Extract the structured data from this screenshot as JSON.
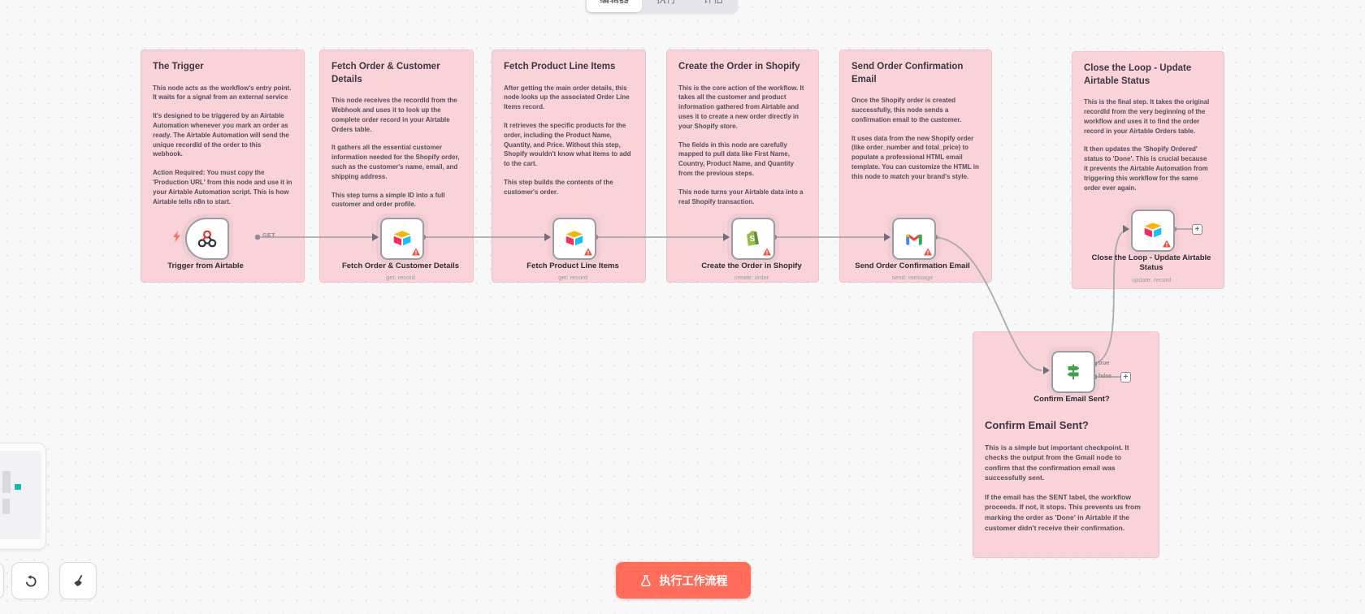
{
  "colors": {
    "accent": "#ff6d5a",
    "sticky_bg": "#f9d3d8",
    "connection": "#a8a8b0",
    "warning": "#ef5241"
  },
  "tabs": [
    {
      "label": "编辑器",
      "active": true
    },
    {
      "label": "执行",
      "active": false
    },
    {
      "label": "评估",
      "active": false
    }
  ],
  "execute_button": {
    "label": "执行工作流程"
  },
  "notes": [
    {
      "title": "The Trigger",
      "body": [
        "This node acts as the workflow's entry point. It waits for a signal from an external service",
        "It's designed to be triggered by an Airtable Automation whenever you mark an order as ready. The Airtable Automation will send the unique recordId of the order to this webhook.",
        "Action Required: You must copy the 'Production URL' from this node and use it in your Airtable Automation script. This is how Airtable tells n8n to start."
      ]
    },
    {
      "title": "Fetch Order & Customer Details",
      "body": [
        "This node receives the recordId from the Webhook and uses it to look up the complete order record in your Airtable Orders table.",
        "It gathers all the essential customer information needed for the Shopify order, such as the customer's name, email, and shipping address.",
        "This step turns a simple ID into a full customer and order profile."
      ]
    },
    {
      "title": "Fetch Product Line Items",
      "body": [
        "After getting the main order details, this node looks up the associated Order Line Items record.",
        "It retrieves the specific products for the order, including the Product Name, Quantity, and Price. Without this step, Shopify wouldn't know what items to add to the cart.",
        "This step builds the contents of the customer's order."
      ]
    },
    {
      "title": "Create the Order in Shopify",
      "body": [
        "This is the core action of the workflow. It takes all the customer and product information gathered from Airtable and uses it to create a new order directly in your Shopify store.",
        "The fields in this node are carefully mapped to pull data like First Name, Country, Product Name, and Quantity from the previous steps.",
        "This node turns your Airtable data into a real Shopify transaction."
      ]
    },
    {
      "title": "Send Order Confirmation Email",
      "body": [
        "Once the Shopify order is created successfully, this node sends a confirmation email to the customer.",
        "It uses data from the new Shopify order (like order_number and total_price) to populate a professional HTML email template. You can customize the HTML in this node to match your brand's style."
      ]
    },
    {
      "title": "Close the Loop - Update Airtable Status",
      "body": [
        "This is the final step. It takes the original recordId from the very beginning of the workflow and uses it to find the order record in your Airtable Orders table.",
        "It then updates the 'Shopify Ordered' status to 'Done'. This is crucial because it prevents the Airtable Automation from triggering this workflow for the same order ever again."
      ]
    },
    {
      "title": "Confirm Email Sent?",
      "body": [
        "This is a simple but important checkpoint. It checks the output from the Gmail node to confirm that the confirmation email was successfully sent.",
        "If the email has the SENT label, the workflow proceeds. If not, it stops. This prevents us from marking the order as 'Done' in Airtable if the customer didn't receive their confirmation."
      ]
    }
  ],
  "nodes": [
    {
      "label": "Trigger from Airtable",
      "method": "GET"
    },
    {
      "label": "Fetch Order & Customer Details",
      "sub": "get: record"
    },
    {
      "label": "Fetch Product Line Items",
      "sub": "get: record"
    },
    {
      "label": "Create the Order in Shopify",
      "sub": "create: order"
    },
    {
      "label": "Send Order Confirmation Email",
      "sub": "send: message"
    },
    {
      "label": "Close the Loop - Update Airtable Status",
      "sub": "update: record"
    },
    {
      "label": "Confirm Email Sent?",
      "outputs": {
        "t": "true",
        "f": "false"
      }
    }
  ],
  "misc": {
    "plus": "+"
  }
}
